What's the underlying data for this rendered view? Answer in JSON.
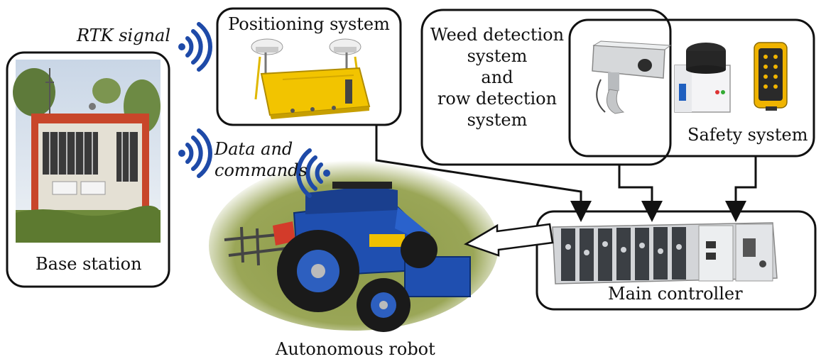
{
  "labels": {
    "rtk_signal": "RTK signal",
    "positioning_system": "Positioning system",
    "weed_detection_lines": [
      "Weed detection",
      "system",
      "and",
      "row detection",
      "system"
    ],
    "safety_system": "Safety system",
    "data_and": "Data and",
    "commands": "commands",
    "base_station": "Base station",
    "main_controller": "Main controller",
    "autonomous_robot": "Autonomous robot"
  },
  "colors": {
    "wireless_icon": "#1e4aa8",
    "tractor_body": "#1f4fb0",
    "gps_receiver": "#f2c400",
    "shelter_frame": "#c8462a",
    "safety_controller": "#f0b400",
    "grass": "#8a9a45"
  },
  "icons": [
    "wireless-signal-icon",
    "gps-antenna-icon",
    "camera-icon",
    "laser-scanner-icon",
    "remote-control-icon"
  ]
}
